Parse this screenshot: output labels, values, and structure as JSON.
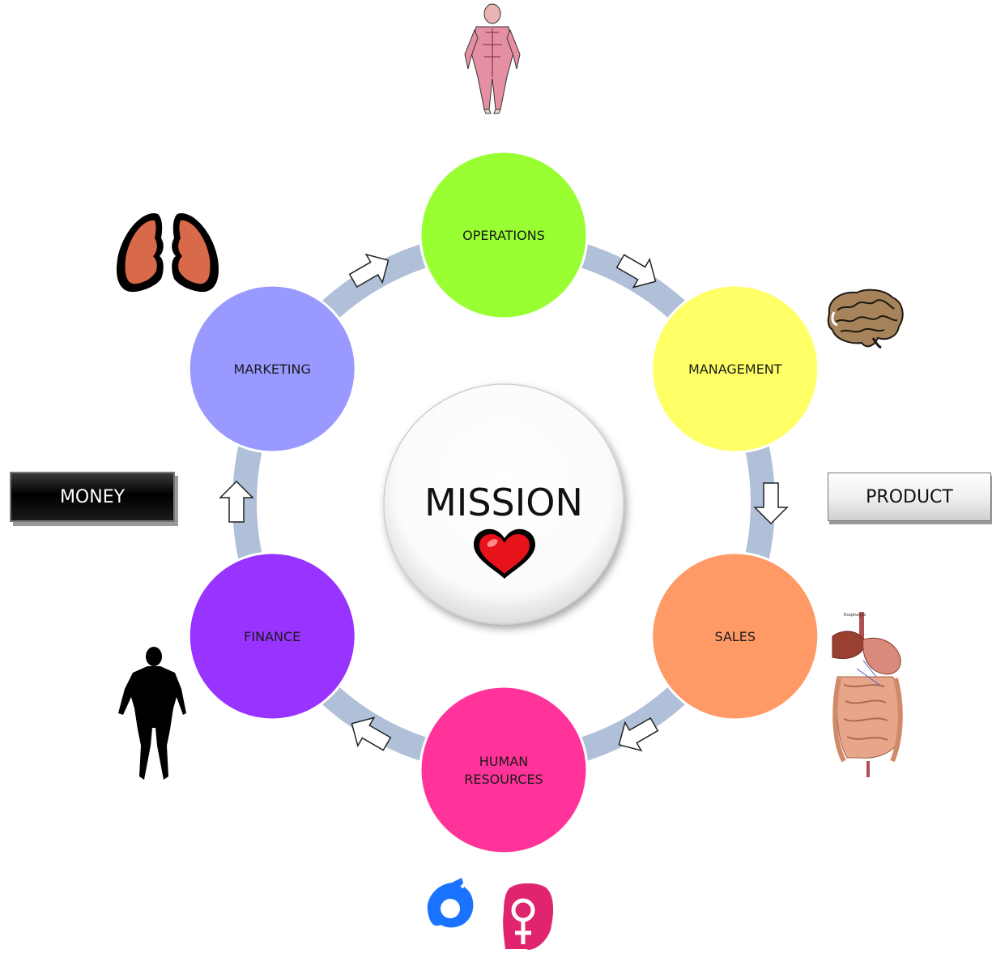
{
  "center": {
    "label": "MISSION",
    "icon": "heart-icon"
  },
  "nodes": [
    {
      "key": "operations",
      "lines": [
        "OPERATIONS"
      ],
      "color": "#99ff33",
      "icon": "muscular-body-icon"
    },
    {
      "key": "management",
      "lines": [
        "MANAGEMENT"
      ],
      "color": "#ffff66",
      "icon": "brain-icon"
    },
    {
      "key": "sales",
      "lines": [
        "SALES"
      ],
      "color": "#ff9966",
      "icon": "digestive-system-icon"
    },
    {
      "key": "human-resources",
      "lines": [
        "HUMAN",
        "RESOURCES"
      ],
      "color": "#ff3399",
      "icon": "gender-symbols-icon"
    },
    {
      "key": "finance",
      "lines": [
        "FINANCE"
      ],
      "color": "#9933ff",
      "icon": "human-silhouette-icon"
    },
    {
      "key": "marketing",
      "lines": [
        "MARKETING"
      ],
      "color": "#9999ff",
      "icon": "lungs-icon"
    }
  ],
  "ring_color": "#b0c0d8",
  "side_labels": {
    "money": "MONEY",
    "product": "PRODUCT"
  }
}
